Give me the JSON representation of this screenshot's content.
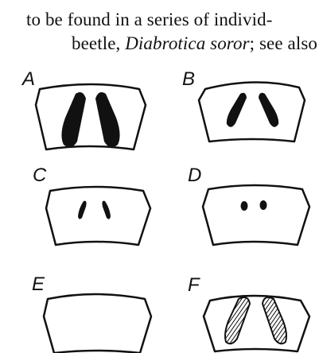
{
  "text": {
    "line1": "to be found in a series of individ-",
    "line2_prefix": "beetle, ",
    "line2_species": "Diabrotica soror",
    "line2_suffix": "; see also"
  },
  "figure": {
    "panels": [
      {
        "label": "A",
        "markings": "large elongated black bars"
      },
      {
        "label": "B",
        "markings": "medium black bars"
      },
      {
        "label": "C",
        "markings": "small black dashes"
      },
      {
        "label": "D",
        "markings": "black dots"
      },
      {
        "label": "E",
        "markings": "none"
      },
      {
        "label": "F",
        "markings": "hatched elongated bars"
      }
    ]
  }
}
